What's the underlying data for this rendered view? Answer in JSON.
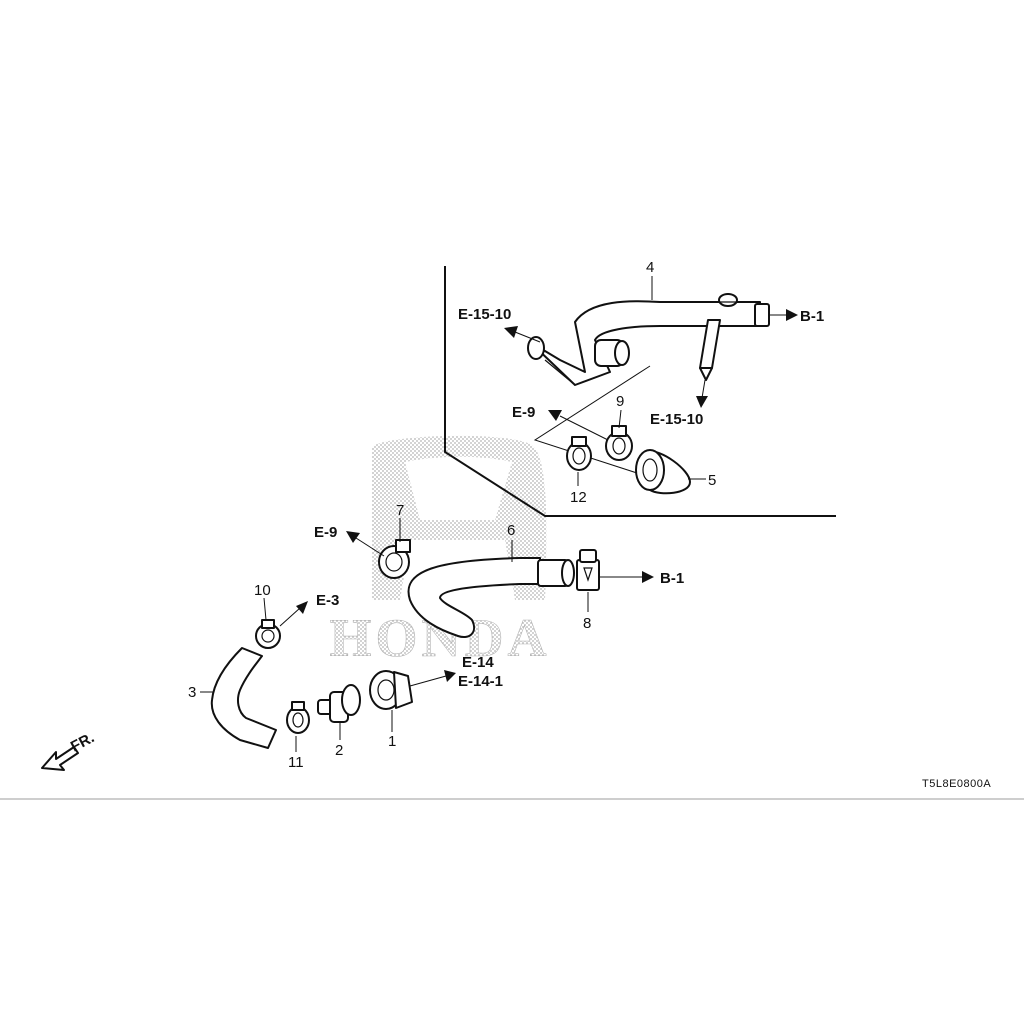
{
  "diagram": {
    "part_numbers": {
      "p1": "1",
      "p2": "2",
      "p3": "3",
      "p4": "4",
      "p5": "5",
      "p6": "6",
      "p7": "7",
      "p8": "8",
      "p9": "9",
      "p10": "10",
      "p11": "11",
      "p12": "12"
    },
    "references": {
      "e15_10_left": "E-15-10",
      "e15_10_right": "E-15-10",
      "b1_top": "B-1",
      "b1_mid": "B-1",
      "e9_upper": "E-9",
      "e9_lower": "E-9",
      "e3": "E-3",
      "e14": "E-14",
      "e14_1": "E-14-1"
    },
    "front_label": "FR.",
    "watermark_text": "HONDA",
    "diagram_code": "T5L8E0800A"
  }
}
